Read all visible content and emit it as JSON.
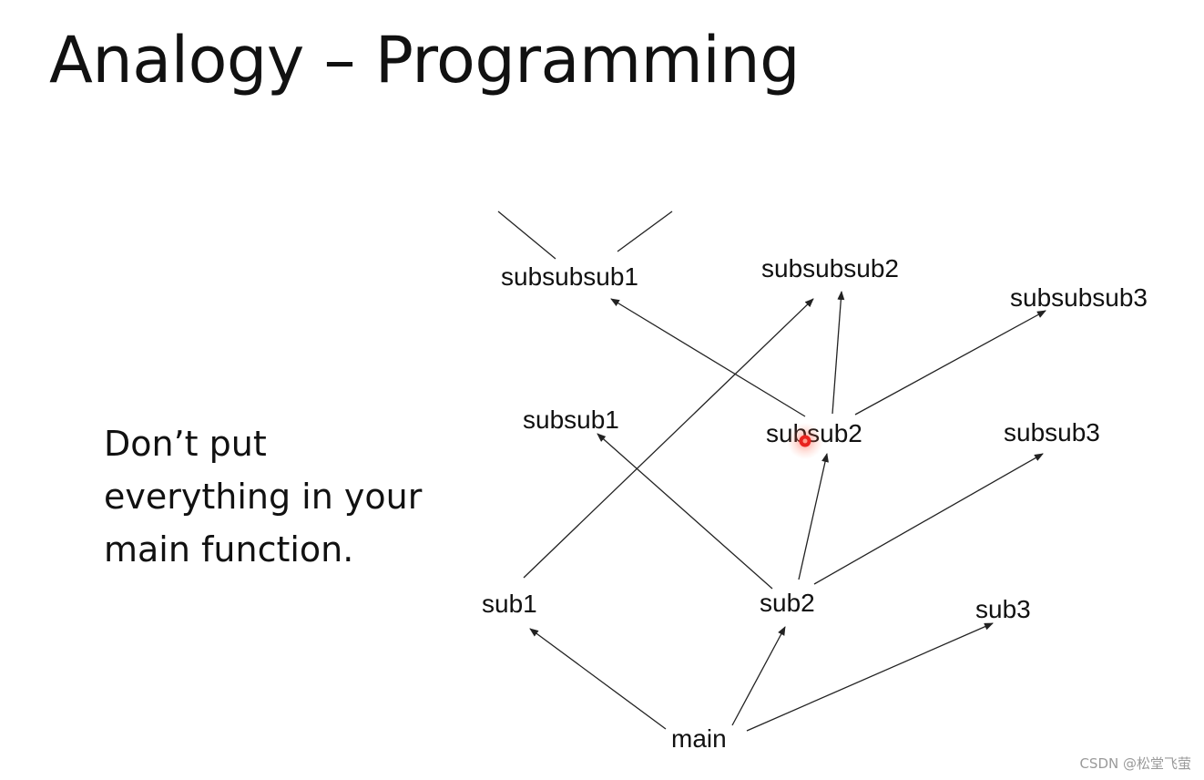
{
  "slide": {
    "title": "Analogy – Programming",
    "body_lines": [
      "Don’t put",
      "everything in your",
      "main function."
    ]
  },
  "diagram": {
    "nodes": {
      "main": "main",
      "sub1": "sub1",
      "sub2": "sub2",
      "sub3": "sub3",
      "subsub1": "subsub1",
      "subsub2": "subsub2",
      "subsub3": "subsub3",
      "subsubsub1": "subsubsub1",
      "subsubsub2": "subsubsub2",
      "subsubsub3": "subsubsub3"
    },
    "edges": [
      {
        "from": "main",
        "to": "sub1"
      },
      {
        "from": "main",
        "to": "sub2"
      },
      {
        "from": "main",
        "to": "sub3"
      },
      {
        "from": "sub1",
        "to": "subsubsub2"
      },
      {
        "from": "sub2",
        "to": "subsub1"
      },
      {
        "from": "sub2",
        "to": "subsub2"
      },
      {
        "from": "sub2",
        "to": "subsub3"
      },
      {
        "from": "subsub2",
        "to": "subsubsub1"
      },
      {
        "from": "subsub2",
        "to": "subsubsub2"
      },
      {
        "from": "subsub2",
        "to": "subsubsub3"
      }
    ],
    "laser_pointer_color": "#e8231f"
  },
  "watermark": "CSDN @松堂飞萤"
}
